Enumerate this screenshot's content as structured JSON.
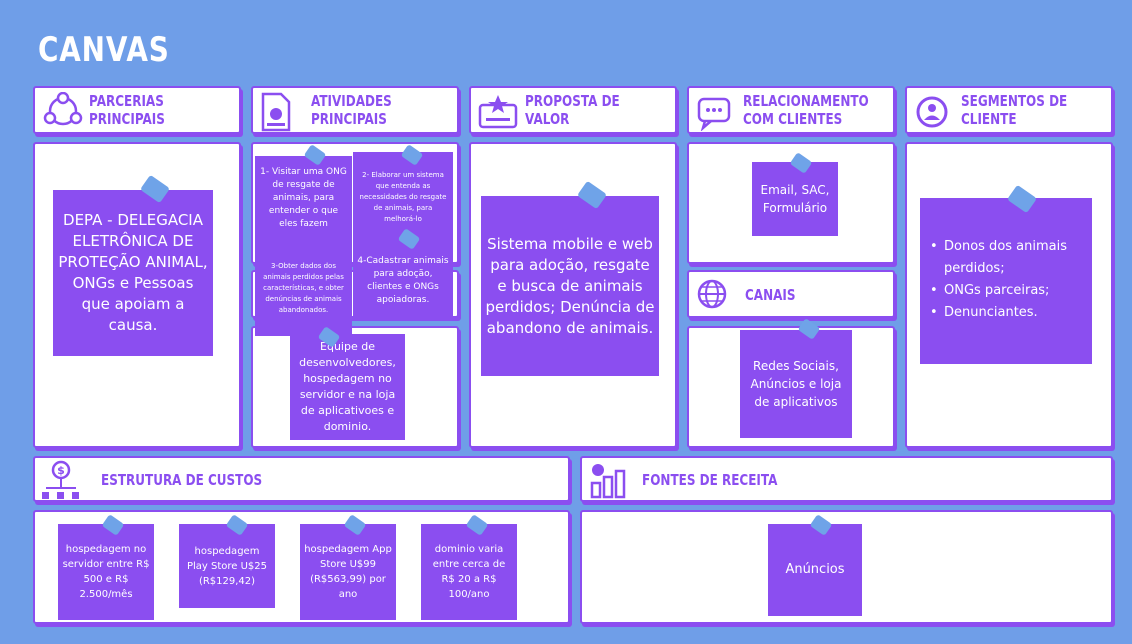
{
  "title": "CANVAS",
  "colors": {
    "background": "#6f9ee8",
    "accent": "#8b4ef0",
    "pin": "#6fa3e8",
    "panel": "#ffffff"
  },
  "sections": {
    "parcerias": {
      "title": "PARCERIAS\nPRINCIPAIS",
      "icon": "people-network-icon"
    },
    "atividades": {
      "title": "ATIVIDADES\nPRINCIPAIS",
      "icon": "document-icon"
    },
    "proposta": {
      "title": "PROPOSTA DE\nVALOR",
      "icon": "star-box-icon"
    },
    "relacionamento": {
      "title": "RELACIONAMENTO\nCOM CLIENTES",
      "icon": "chat-icon"
    },
    "segmentos": {
      "title": "SEGMENTOS DE\nCLIENTE",
      "icon": "user-circle-icon"
    },
    "canais": {
      "title": "CANAIS",
      "icon": "globe-icon"
    },
    "custos": {
      "title": "ESTRUTURA DE CUSTOS",
      "icon": "cost-structure-icon"
    },
    "receita": {
      "title": "FONTES DE RECEITA",
      "icon": "revenue-icon"
    }
  },
  "notes": {
    "parcerias": "DEPA - DELEGACIA ELETRÔNICA DE PROTEÇÃO ANIMAL, ONGs e Pessoas que apoiam a causa.",
    "atividades_1": "1- Visitar uma ONG de resgate de animais, para entender o que eles fazem",
    "atividades_2": "2- Elaborar um sistema que entenda as necessidades do resgate de animais, para melhorá-lo",
    "atividades_3": "3-Obter dados dos animais perdidos pelas características, e obter denúncias de animais abandonados.",
    "atividades_4": "4-Cadastrar animais para adoção, clientes e ONGs apoiadoras.",
    "recursos": "Equipe de desenvolvedores, hospedagem no servidor e na loja de aplicativoes e dominio.",
    "proposta": "Sistema mobile e web para adoção, resgate e busca de animais perdidos; Denúncia de abandono de animais.",
    "relacionamento": "Email, SAC, Formulário",
    "canais": "Redes Sociais, Anúncios e loja de aplicativos",
    "segmentos": [
      "Donos dos animais perdidos;",
      "ONGs parceiras;",
      "Denunciantes."
    ],
    "custo_1": "hospedagem no servidor entre R$ 500 e R$ 2.500/mês",
    "custo_2": "hospedagem Play Store U$25 (R$129,42)",
    "custo_3": "hospedagem App Store U$99 (R$563,99) por ano",
    "custo_4": "dominio varia entre cerca de R$ 20 a R$ 100/ano",
    "receita": "Anúncios"
  }
}
